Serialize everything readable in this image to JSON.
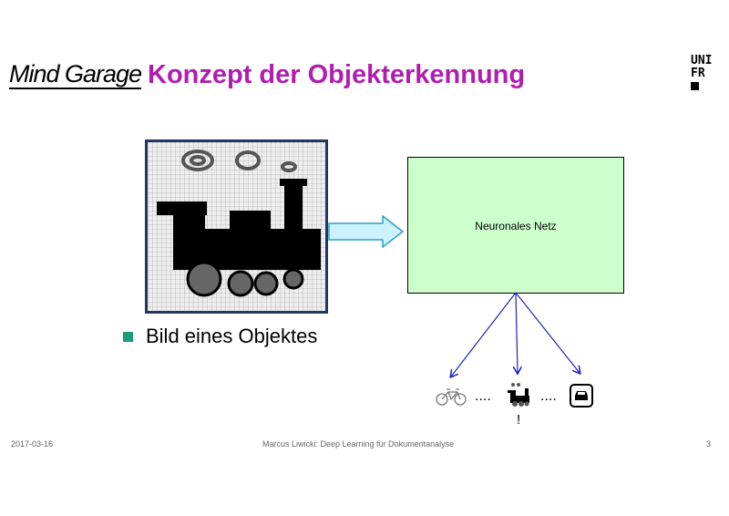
{
  "header": {
    "logo": "MindGarage",
    "title": "Konzept der Objekterkennung",
    "institution_logo": "UNI FR"
  },
  "main": {
    "network_label": "Neuronales Netz",
    "bullet": "Bild eines Objektes",
    "outputs": [
      "bicycle-icon",
      "train-icon",
      "car-icon"
    ],
    "ellipsis": "....",
    "exclamation": "!"
  },
  "footer": {
    "date": "2017-03-16",
    "center": "Marcus Liwicki: Deep Learning für Dokumentanalyse",
    "page": "3"
  },
  "colors": {
    "title": "#b01eb0",
    "network_fill": "#ccffcc",
    "arrow_fill": "#ccf2ff",
    "arrow_stroke": "#3399cc",
    "bullet": "#1a9e7a",
    "connector": "#2222bb"
  }
}
